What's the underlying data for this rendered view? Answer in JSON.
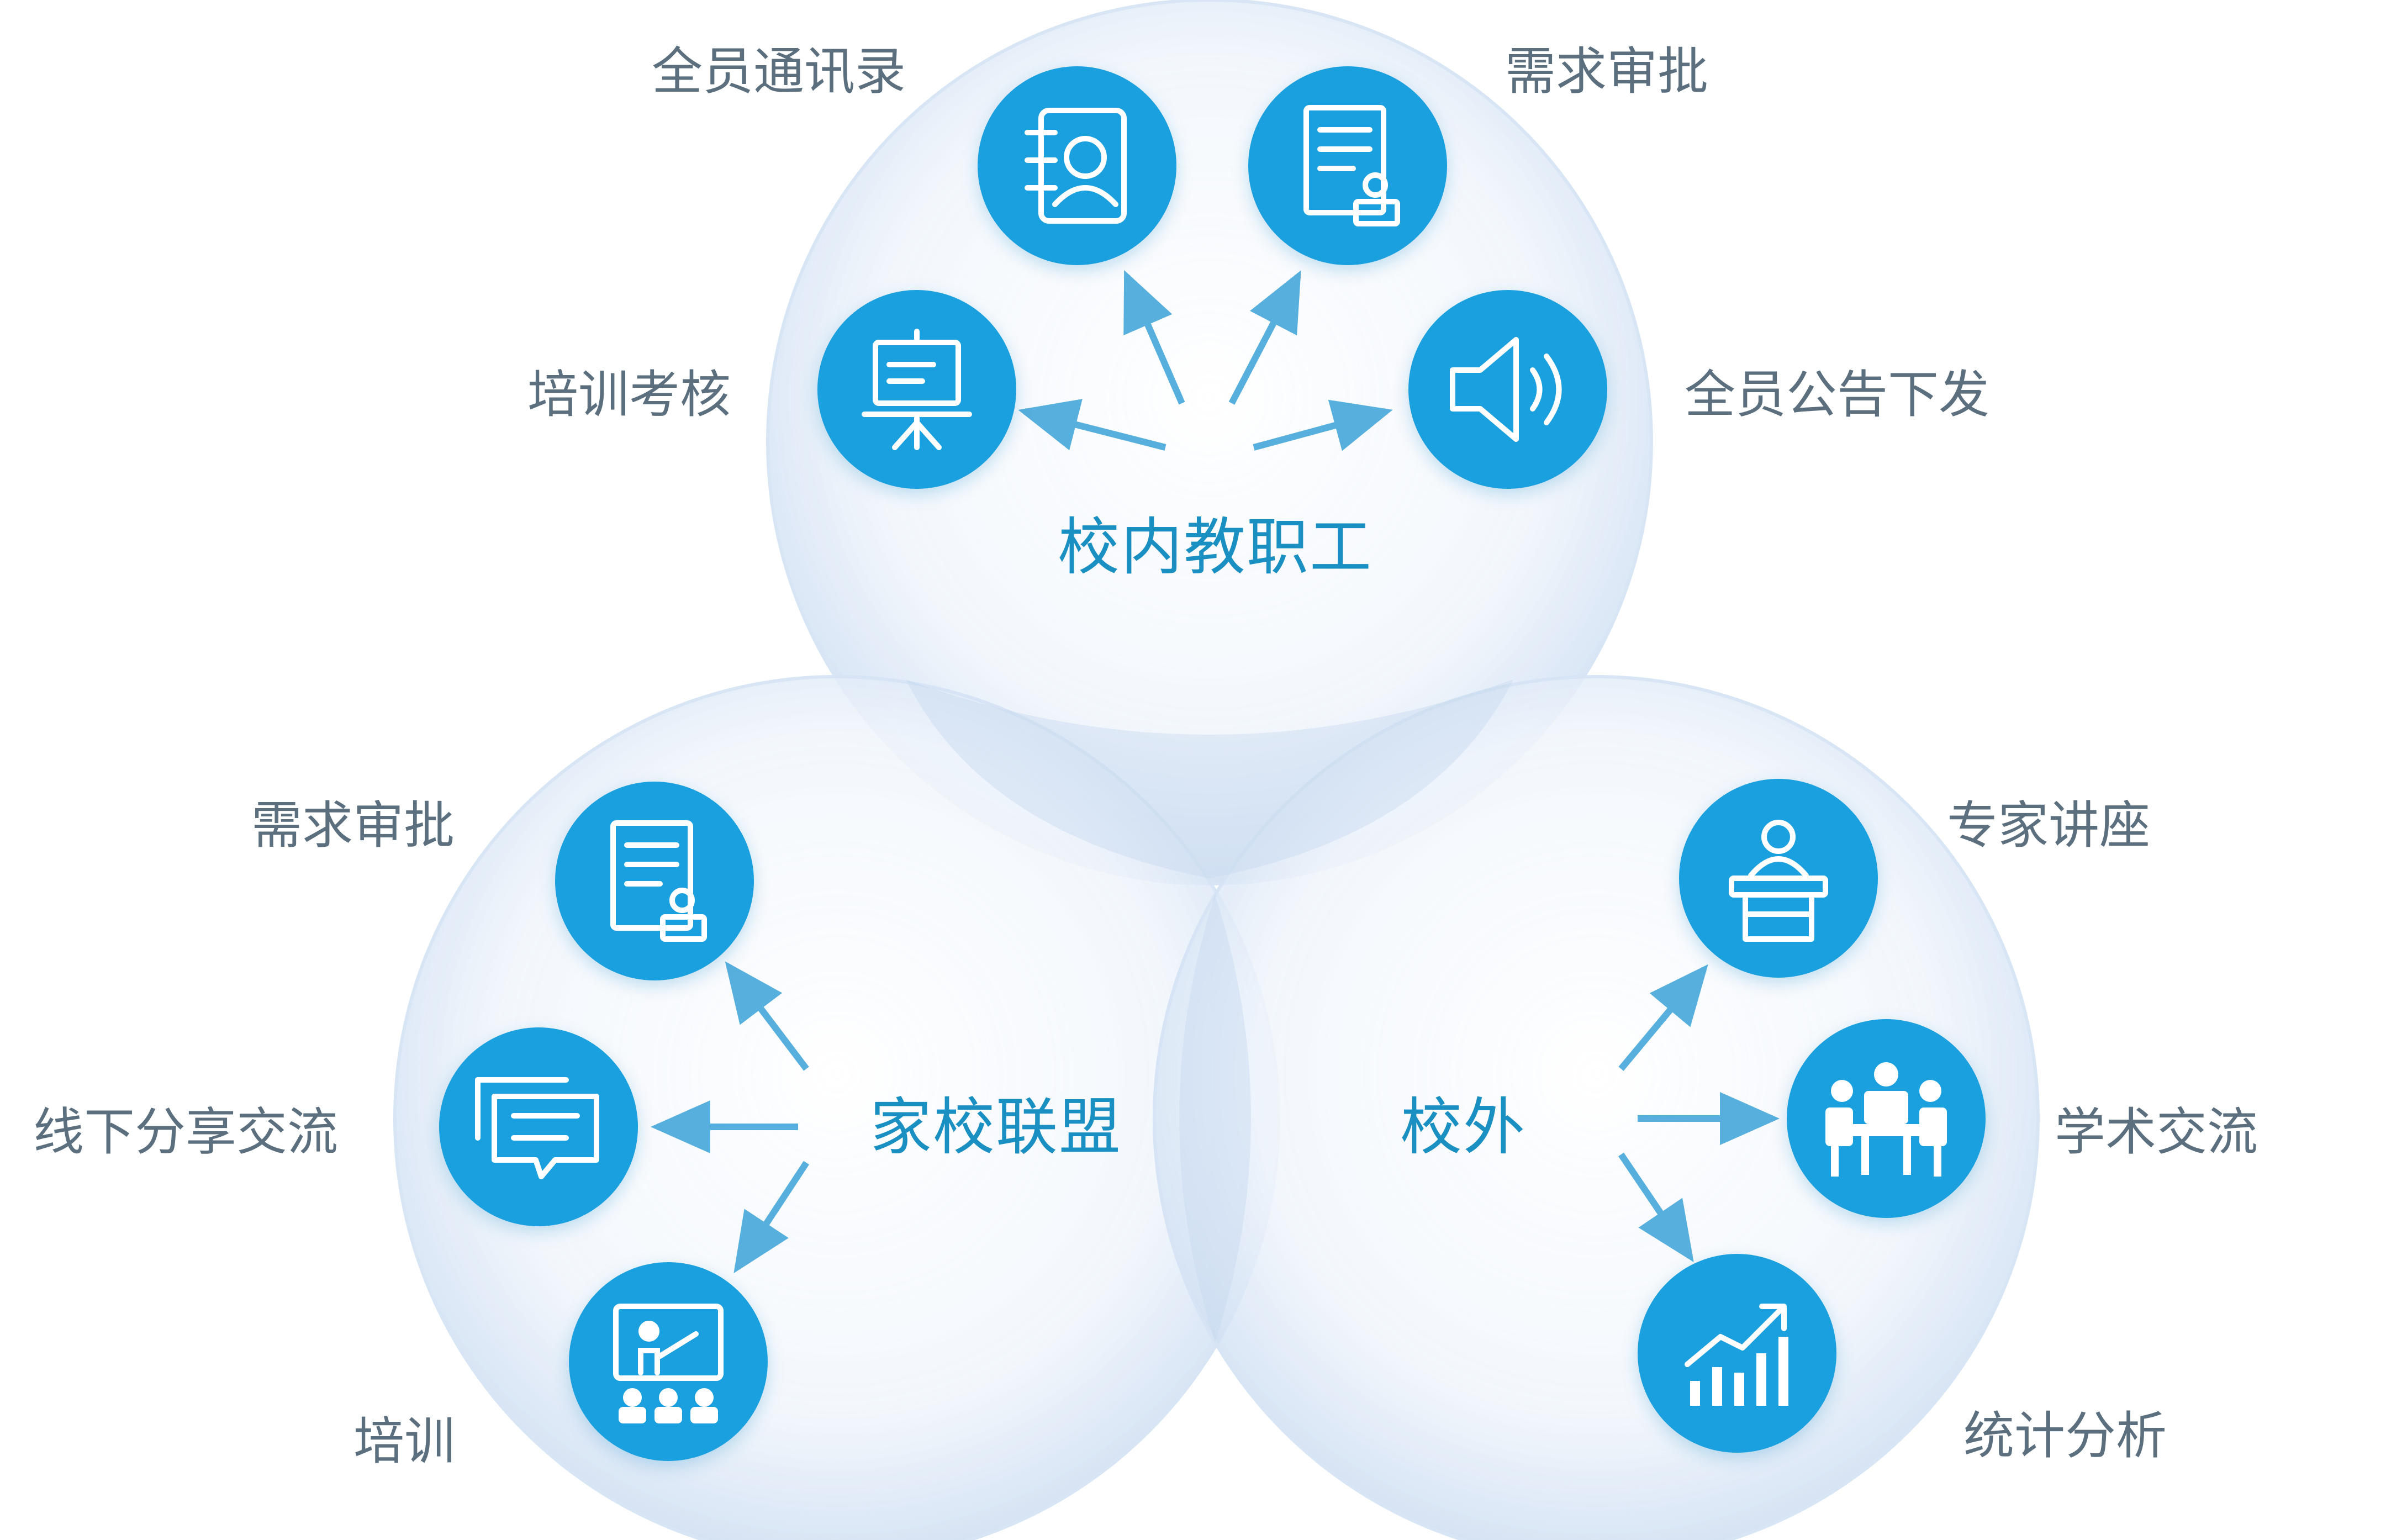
{
  "colors": {
    "accent": "#1aa0de",
    "hub_text": "#1a8fc2",
    "label_text": "#5b6f7f",
    "arrow": "#3aa2d8"
  },
  "groups": {
    "staff": {
      "title": "校内教职工",
      "items": [
        {
          "label": "全员通讯录",
          "icon": "contact-book-icon"
        },
        {
          "label": "需求审批",
          "icon": "approval-document-icon"
        },
        {
          "label": "培训考核",
          "icon": "presentation-easel-icon"
        },
        {
          "label": "全员公告下发",
          "icon": "speaker-icon"
        }
      ]
    },
    "family": {
      "title": "家校联盟",
      "items": [
        {
          "label": "需求审批",
          "icon": "approval-document-icon"
        },
        {
          "label": "线下分享交流",
          "icon": "chat-bubbles-icon"
        },
        {
          "label": "培训",
          "icon": "classroom-teacher-icon"
        }
      ]
    },
    "external": {
      "title": "校外",
      "items": [
        {
          "label": "专家讲座",
          "icon": "lecture-podium-icon"
        },
        {
          "label": "学术交流",
          "icon": "meeting-table-icon"
        },
        {
          "label": "统计分析",
          "icon": "growth-chart-icon"
        }
      ]
    }
  }
}
